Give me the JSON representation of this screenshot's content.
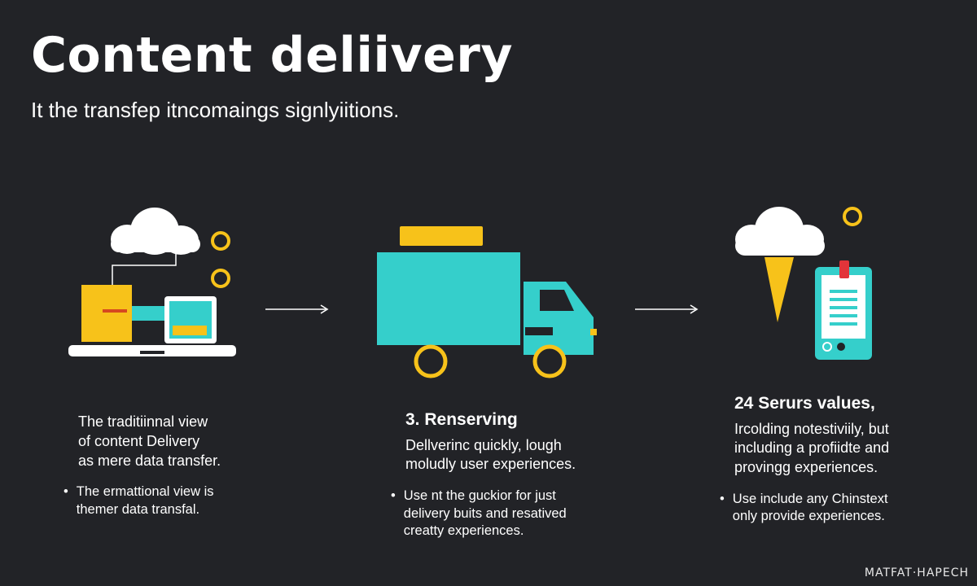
{
  "title": "Content deliivery",
  "subtitle": "It the transfep itncomaings signlyiitions.",
  "palette": {
    "background": "#222327",
    "yellow": "#f7c21a",
    "teal": "#35cfcb",
    "white": "#ffffff",
    "red": "#e2343a"
  },
  "stages": [
    {
      "icon": "cloud-laptop-transfer",
      "heading": "",
      "lead": [
        "The traditiinnal view",
        "of content Delivery",
        "as mere data transfer."
      ],
      "bullet": [
        "The ermattional view is",
        "themer data transfal."
      ]
    },
    {
      "icon": "delivery-truck",
      "heading": "3. Renserving",
      "lead": [
        "Dellverinc quickly, lough",
        "moludly user experiences."
      ],
      "bullet": [
        "Use nt the guckior for just",
        "delivery buits and resatived",
        "creatty experiences."
      ]
    },
    {
      "icon": "cloud-cone-mobile",
      "heading": "24 Serurs values,",
      "lead": [
        "Ircolding notestiviily, but",
        "including a profiidte and",
        "provingg experiences."
      ],
      "bullet": [
        "Use include any Chinstext",
        "only provide experiences."
      ]
    }
  ],
  "bullet_symbol": "•",
  "watermark": "MATFAT·HAPECH"
}
